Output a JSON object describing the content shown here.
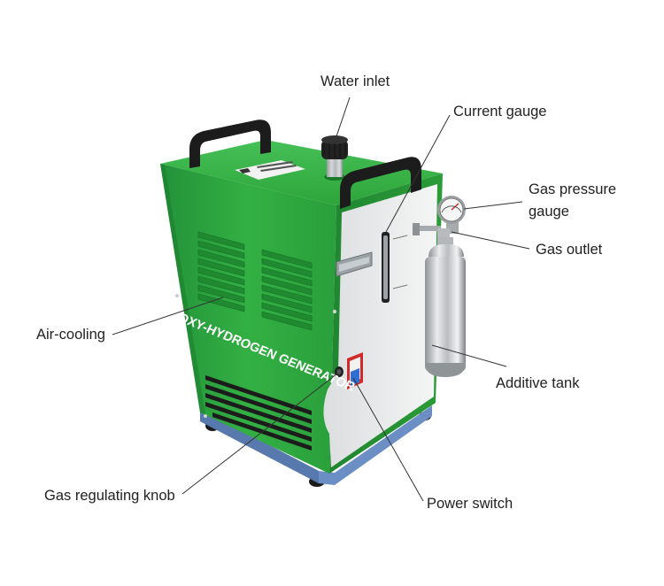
{
  "machine": {
    "brand_text": "OXY-HYDROGEN GENERATOR",
    "colors": {
      "body_green": "#2ea53a",
      "body_green_dark": "#1d7d28",
      "panel_white": "#ecedee",
      "handle": "#1c1c1c",
      "base_blue": "#6b8fc4",
      "tank_silver": "#c9ccce"
    }
  },
  "labels": {
    "water_inlet": "Water inlet",
    "current_gauge": "Current gauge",
    "gas_pressure_gauge_line1": "Gas pressure",
    "gas_pressure_gauge_line2": "gauge",
    "gas_outlet": "Gas outlet",
    "air_cooling": "Air-cooling",
    "additive_tank": "Additive tank",
    "gas_regulating_knob": "Gas regulating knob",
    "power_switch": "Power switch"
  }
}
